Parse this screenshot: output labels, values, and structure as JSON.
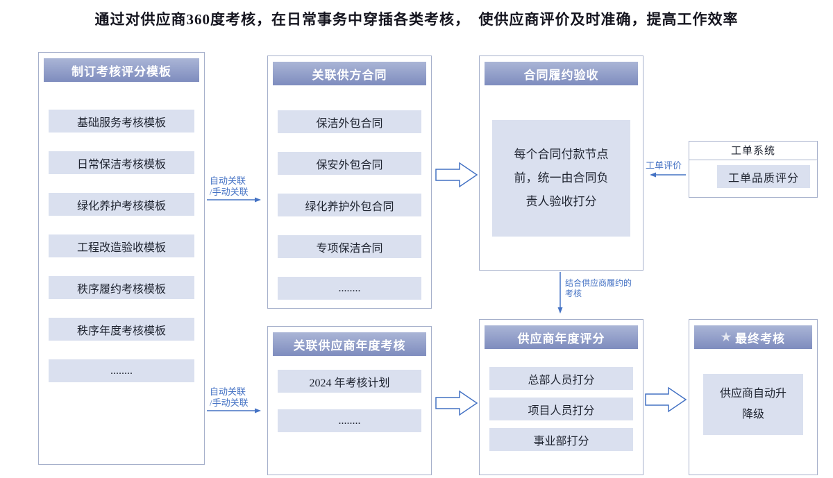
{
  "title": "通过对供应商360度考核，在日常事务中穿插各类考核，  使供应商评价及时准确，提高工作效率",
  "colors": {
    "header_gradient_top": "#aab5d6",
    "header_gradient_bottom": "#7e8cbe",
    "item_background": "#dae0ef",
    "panel_border": "#a6b0cb",
    "arrow_blue": "#4472c4",
    "label_blue": "#4472c4",
    "header_text": "#ffffff",
    "body_text": "#1f2430"
  },
  "panels": {
    "templates": {
      "header": "制订考核评分模板",
      "items": [
        "基础服务考核模板",
        "日常保洁考核模板",
        "绿化养护考核模板",
        "工程改造验收模板",
        "秩序履约考核模板",
        "秩序年度考核模板",
        "........"
      ]
    },
    "contracts": {
      "header": "关联供方合同",
      "items": [
        "保洁外包合同",
        "保安外包合同",
        "绿化养护外包合同",
        "专项保洁合同",
        "........"
      ]
    },
    "annual_plan": {
      "header": "关联供应商年度考核",
      "items": [
        "2024 年考核计划",
        "........"
      ]
    },
    "acceptance": {
      "header": "合同履约验收",
      "body": "每个合同付款节点前，统一由合同负责人验收打分"
    },
    "ticket_system": {
      "label": "工单系统",
      "item": "工单品质评分"
    },
    "annual_score": {
      "header": "供应商年度评分",
      "items": [
        "总部人员打分",
        "项目人员打分",
        "事业部打分"
      ]
    },
    "final": {
      "star": "★",
      "header": "最终考核",
      "item": "供应商自动升降级"
    }
  },
  "labels": {
    "auto_link_top": "自动关联\n/手动关联",
    "auto_link_bottom": "自动关联\n/手动关联",
    "ticket_eval": "工单评价",
    "combine": "结合供应商履约的\n考核"
  }
}
